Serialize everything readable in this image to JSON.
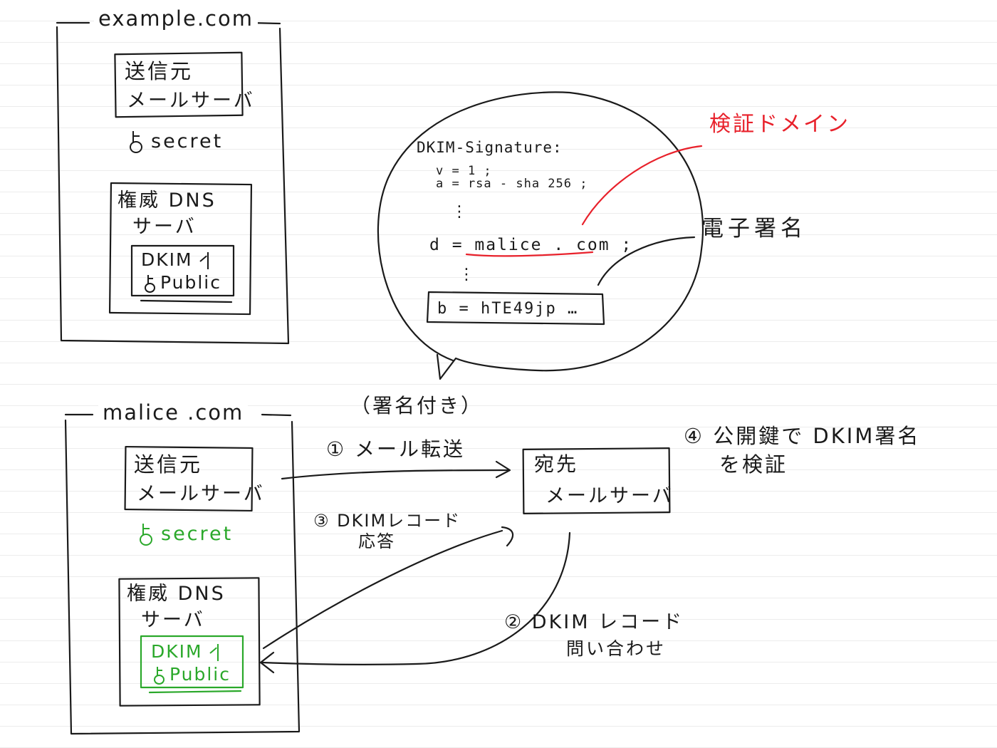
{
  "top_domain": {
    "label": "example.com",
    "sender_server": {
      "line1": "送信元",
      "line2": "メールサーバ"
    },
    "secret_label": "secret",
    "dns_server": {
      "line1": "権威 DNS",
      "line2": "サーバ"
    },
    "dkim_record": {
      "line1": "DKIM",
      "line2": "Public"
    }
  },
  "bottom_domain": {
    "label": "malice .com",
    "sender_server": {
      "line1": "送信元",
      "line2": "メールサーバ"
    },
    "secret_label": "secret",
    "dns_server": {
      "line1": "権威 DNS",
      "line2": "サーバ"
    },
    "dkim_record": {
      "line1": "DKIM",
      "line2": "Public"
    }
  },
  "signature_bubble": {
    "header": "DKIM-Signature:",
    "v_line": "v = 1 ;",
    "a_line": "a = rsa - sha 256 ;",
    "ellipsis1": "⋮",
    "d_prefix": "d = ",
    "d_value": "malice . com",
    "d_suffix": " ;",
    "ellipsis2": "⋮",
    "b_line": "b = hTE49jp …"
  },
  "annotations": {
    "verify_domain": "検証ドメイン",
    "digital_signature": "電子署名",
    "signed": "（署名付き）"
  },
  "receiver_server": {
    "line1": "宛先",
    "line2": "メールサーバ"
  },
  "steps": {
    "step1": "① メール転送",
    "step2_line1": "② DKIM レコード",
    "step2_line2": "問い合わせ",
    "step3_line1": "③ DKIMレコード",
    "step3_line2": "応答",
    "step4_line1": "④ 公開鍵で DKIM署名",
    "step4_line2": "を検証"
  },
  "colors": {
    "ink": "#1a1a1a",
    "red": "#e8212b",
    "green": "#2aa82a",
    "ruled_line": "#ececec"
  },
  "icons": [
    "key-icon"
  ]
}
